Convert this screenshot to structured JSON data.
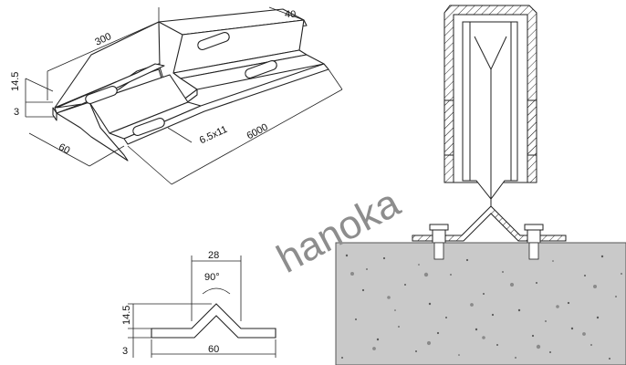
{
  "rail_view": {
    "dim_length_slot": "300",
    "dim_width_top": "40",
    "dim_height": "14.5",
    "dim_thickness": "3",
    "dim_width": "60",
    "dim_slot": "6.5x11",
    "dim_length": "6000"
  },
  "profile_view": {
    "dim_top": "28",
    "dim_angle": "90°",
    "dim_height": "14.5",
    "dim_thickness": "3",
    "dim_width": "60"
  },
  "watermark": "hanoka",
  "colors": {
    "line": "#222222",
    "concrete": "#c9c9c9",
    "watermark": "#8d8d8d"
  }
}
